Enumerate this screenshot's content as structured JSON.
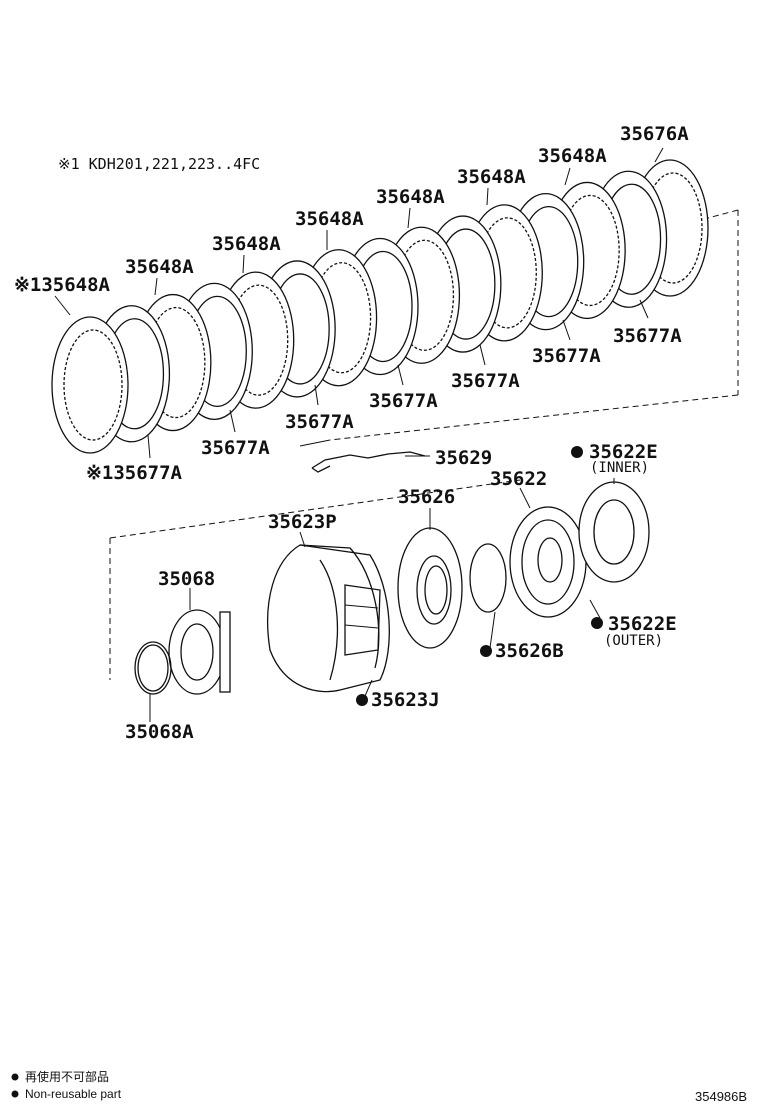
{
  "note": "※1 KDH201,221,223..4FC",
  "labels": {
    "p35676A": "35676A",
    "p35648A_1": "35648A",
    "p35648A_2": "35648A",
    "p35648A_3": "35648A",
    "p35648A_4": "35648A",
    "p35648A_5": "35648A",
    "p35648A_6": "35648A",
    "p35648A_ref": "※135648A",
    "p35677A_1": "35677A",
    "p35677A_2": "35677A",
    "p35677A_3": "35677A",
    "p35677A_4": "35677A",
    "p35677A_5": "35677A",
    "p35677A_6": "35677A",
    "p35677A_ref": "※135677A",
    "p35629": "35629",
    "p35622E_inner": "35622E",
    "inner": "(INNER)",
    "p35626": "35626",
    "p35622": "35622",
    "p35623P": "35623P",
    "p35068": "35068",
    "p35622E_outer": "35622E",
    "outer": "(OUTER)",
    "p35626B": "35626B",
    "p35623J": "35623J",
    "p35068A": "35068A"
  },
  "legend": {
    "line1": "再使用不可部品",
    "line2": "Non-reusable part"
  },
  "figure_code": "354986B"
}
